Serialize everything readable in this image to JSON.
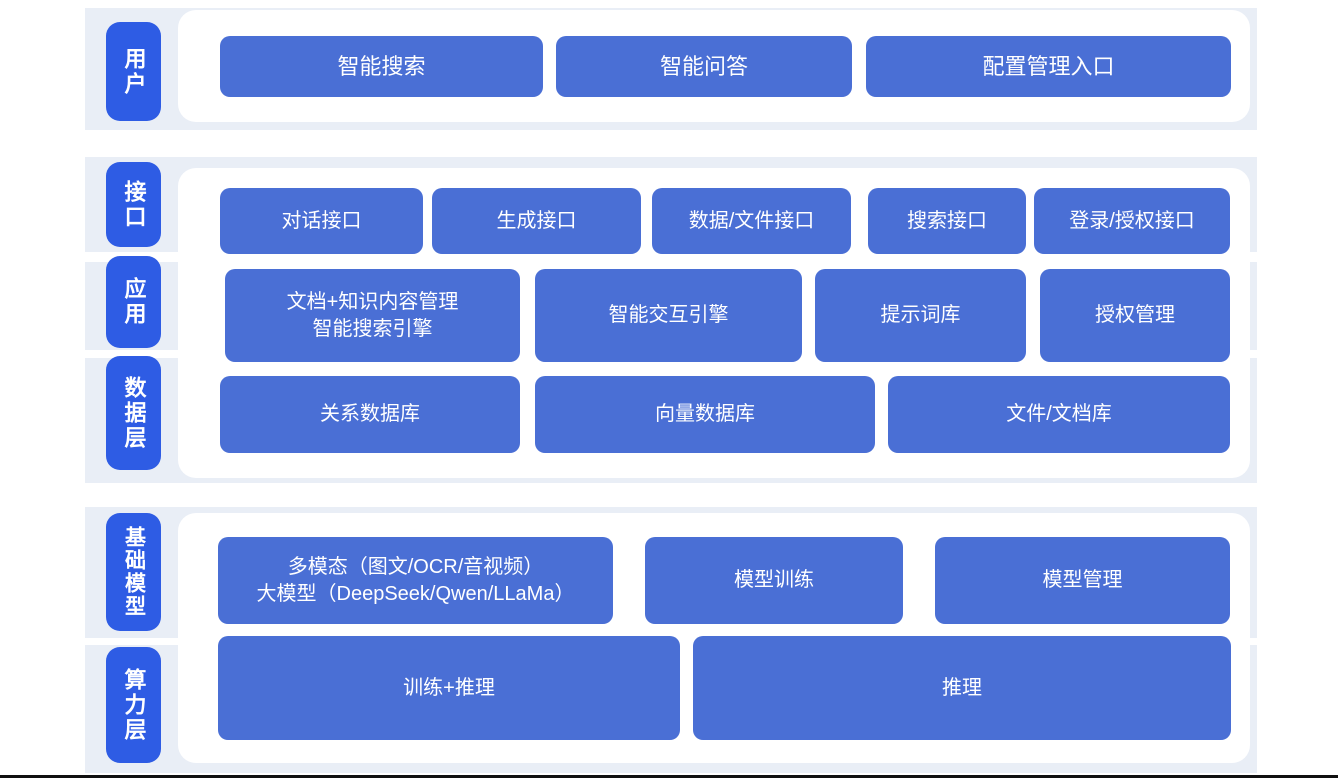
{
  "colors": {
    "band_bg": "#e9eef6",
    "label_blue": "#2e5ce4",
    "node_blue": "#4a6fd5",
    "panel_white": "#ffffff",
    "text_white": "#ffffff"
  },
  "diagram": {
    "layers": [
      {
        "id": "user",
        "label": "用户",
        "items": [
          "智能搜索",
          "智能问答",
          "配置管理入口"
        ]
      },
      {
        "id": "interface",
        "label": "接口",
        "items": [
          "对话接口",
          "生成接口",
          "数据/文件接口",
          "搜索接口",
          "登录/授权接口"
        ]
      },
      {
        "id": "application",
        "label": "应用",
        "items": [
          "文档+知识内容管理\n智能搜索引擎",
          "智能交互引擎",
          "提示词库",
          "授权管理"
        ]
      },
      {
        "id": "data-layer",
        "label": "数据层",
        "items": [
          "关系数据库",
          "向量数据库",
          "文件/文档库"
        ]
      },
      {
        "id": "foundation-model",
        "label": "基础模型",
        "items": [
          "多模态（图文/OCR/音视频）\n大模型（DeepSeek/Qwen/LLaMa）",
          "模型训练",
          "模型管理"
        ]
      },
      {
        "id": "compute-layer",
        "label": "算力层",
        "items": [
          "训练+推理",
          "推理"
        ]
      }
    ]
  }
}
